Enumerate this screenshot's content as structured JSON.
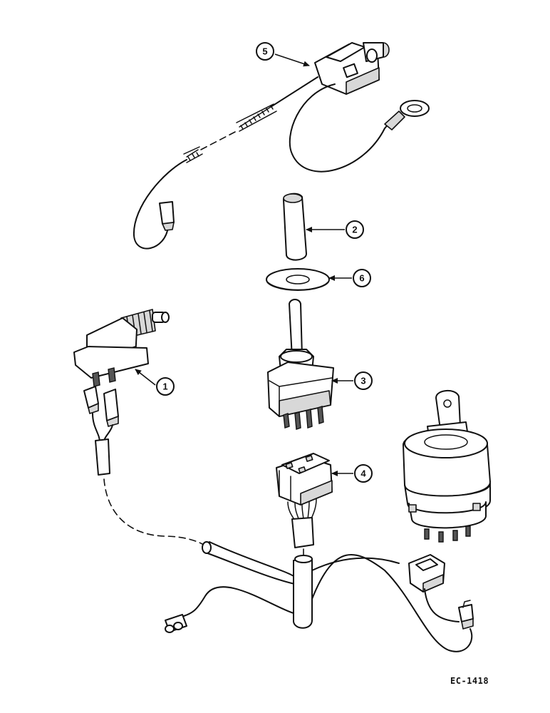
{
  "callouts": [
    {
      "id": "callout-1",
      "label": "1"
    },
    {
      "id": "callout-2",
      "label": "2"
    },
    {
      "id": "callout-3",
      "label": "3"
    },
    {
      "id": "callout-4",
      "label": "4"
    },
    {
      "id": "callout-5",
      "label": "5"
    },
    {
      "id": "callout-6",
      "label": "6"
    }
  ],
  "reference_code": "EC-1418"
}
